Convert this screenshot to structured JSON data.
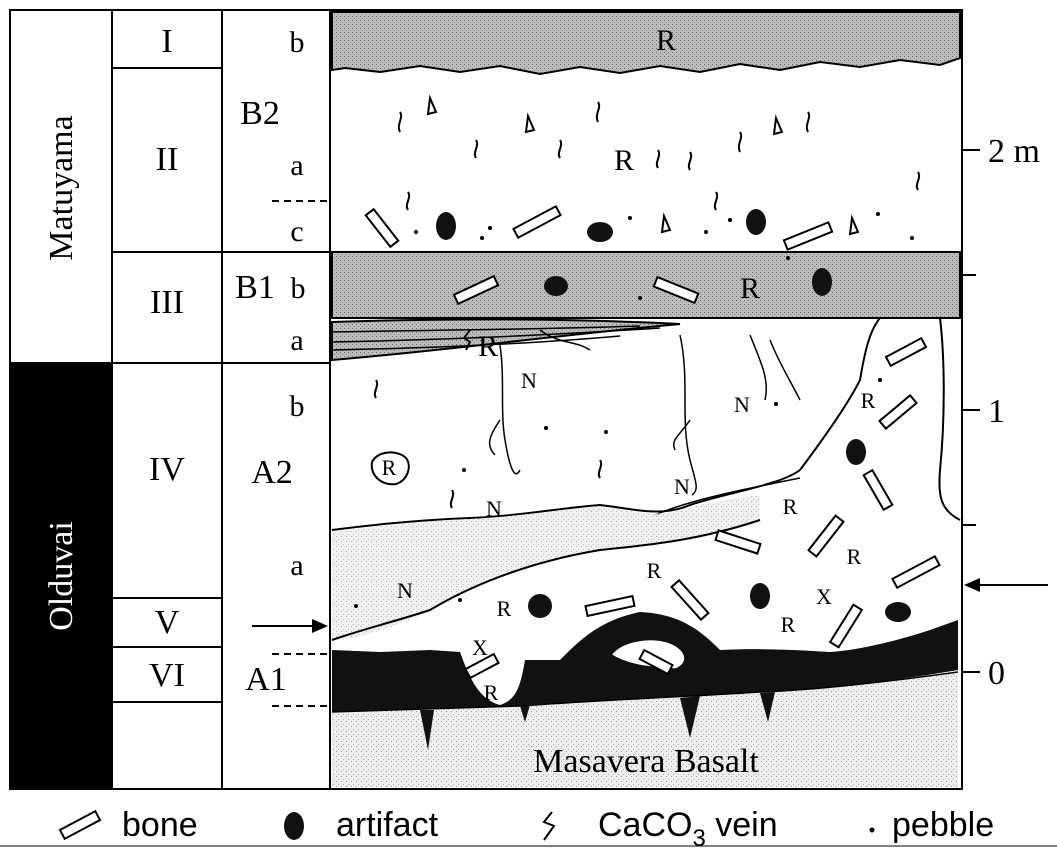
{
  "epochs": {
    "upper": "Matuyama",
    "lower": "Olduvai"
  },
  "units": [
    "I",
    "II",
    "III",
    "IV",
    "V",
    "VI"
  ],
  "horizons": {
    "B2": "B2",
    "B1": "B1",
    "A2": "A2",
    "A1": "A1",
    "sub_b_top": "b",
    "sub_a_B2": "a",
    "sub_c": "c",
    "sub_b_B1": "b",
    "sub_a_B1": "a",
    "sub_b_A2": "b",
    "sub_a_A2": "a"
  },
  "scale": {
    "two_m": "2 m",
    "one": "1",
    "zero": "0"
  },
  "symbols": {
    "R": "R",
    "N": "N",
    "X": "X"
  },
  "basalt_label": "Masavera Basalt",
  "legend": {
    "bone": "bone",
    "artifact": "artifact",
    "vein_prefix": "CaCO",
    "vein_sub": "3",
    "vein_suffix": " vein",
    "pebble": "pebble"
  },
  "colors": {
    "soil_gray": "#c9c9c9",
    "basalt_gray": "#e4e4e4",
    "black_layer": "#111111",
    "olduvai_bar": "#000000"
  }
}
